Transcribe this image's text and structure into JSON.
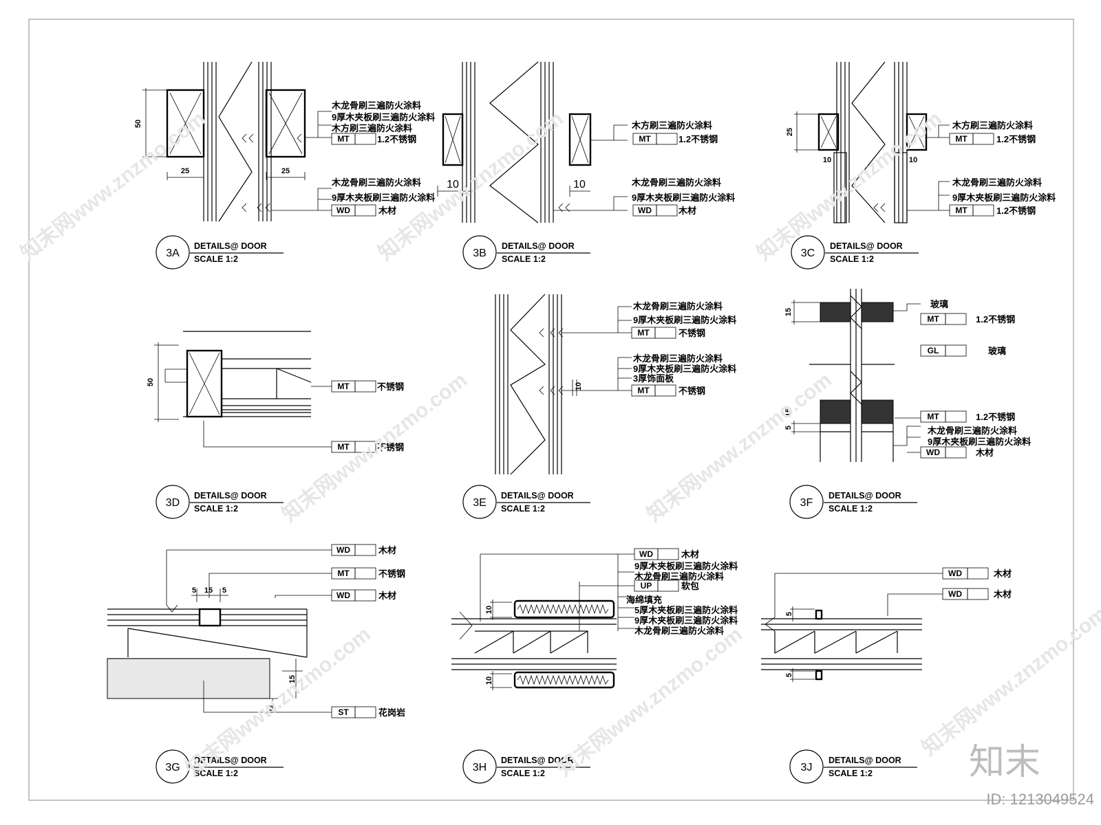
{
  "details": [
    {
      "code": "3A",
      "title": "DETAILS@ DOOR",
      "scale": "SCALE 1:2"
    },
    {
      "code": "3B",
      "title": "DETAILS@ DOOR",
      "scale": "SCALE 1:2"
    },
    {
      "code": "3C",
      "title": "DETAILS@ DOOR",
      "scale": "SCALE 1:2"
    },
    {
      "code": "3D",
      "title": "DETAILS@ DOOR",
      "scale": "SCALE 1:2"
    },
    {
      "code": "3E",
      "title": "DETAILS@ DOOR",
      "scale": "SCALE 1:2"
    },
    {
      "code": "3F",
      "title": "DETAILS@ DOOR",
      "scale": "SCALE 1:2"
    },
    {
      "code": "3G",
      "title": "DETAILS@ DOOR",
      "scale": "SCALE 1:2"
    },
    {
      "code": "3H",
      "title": "DETAILS@ DOOR",
      "scale": "SCALE 1:2"
    },
    {
      "code": "3J",
      "title": "DETAILS@ DOOR",
      "scale": "SCALE 1:2"
    }
  ],
  "labels": {
    "wood_keel": "木龙骨刷三遍防火涂料",
    "ply9": "9厚木夹板刷三遍防火涂料",
    "wood_square": "木方刷三遍防火涂料",
    "ss12": "1.2不锈钢",
    "ss": "不锈钢",
    "wood": "木材",
    "glass": "玻璃",
    "soft": "软包",
    "sponge": "海绵填充",
    "ply5": "5厚木夹板刷三遍防火涂料",
    "veneer3": "3厚饰面板",
    "granite": "花岗岩"
  },
  "tags": {
    "mt": "MT",
    "wd": "WD",
    "gl": "GL",
    "up": "UP",
    "st": "ST"
  },
  "dims": {
    "d50": "50",
    "d25": "25",
    "d15": "15",
    "d10": "10",
    "d5": "5"
  },
  "watermark": {
    "text": "知末网www.znzmo.com",
    "logo": "知末",
    "id": "ID: 1213049524"
  }
}
